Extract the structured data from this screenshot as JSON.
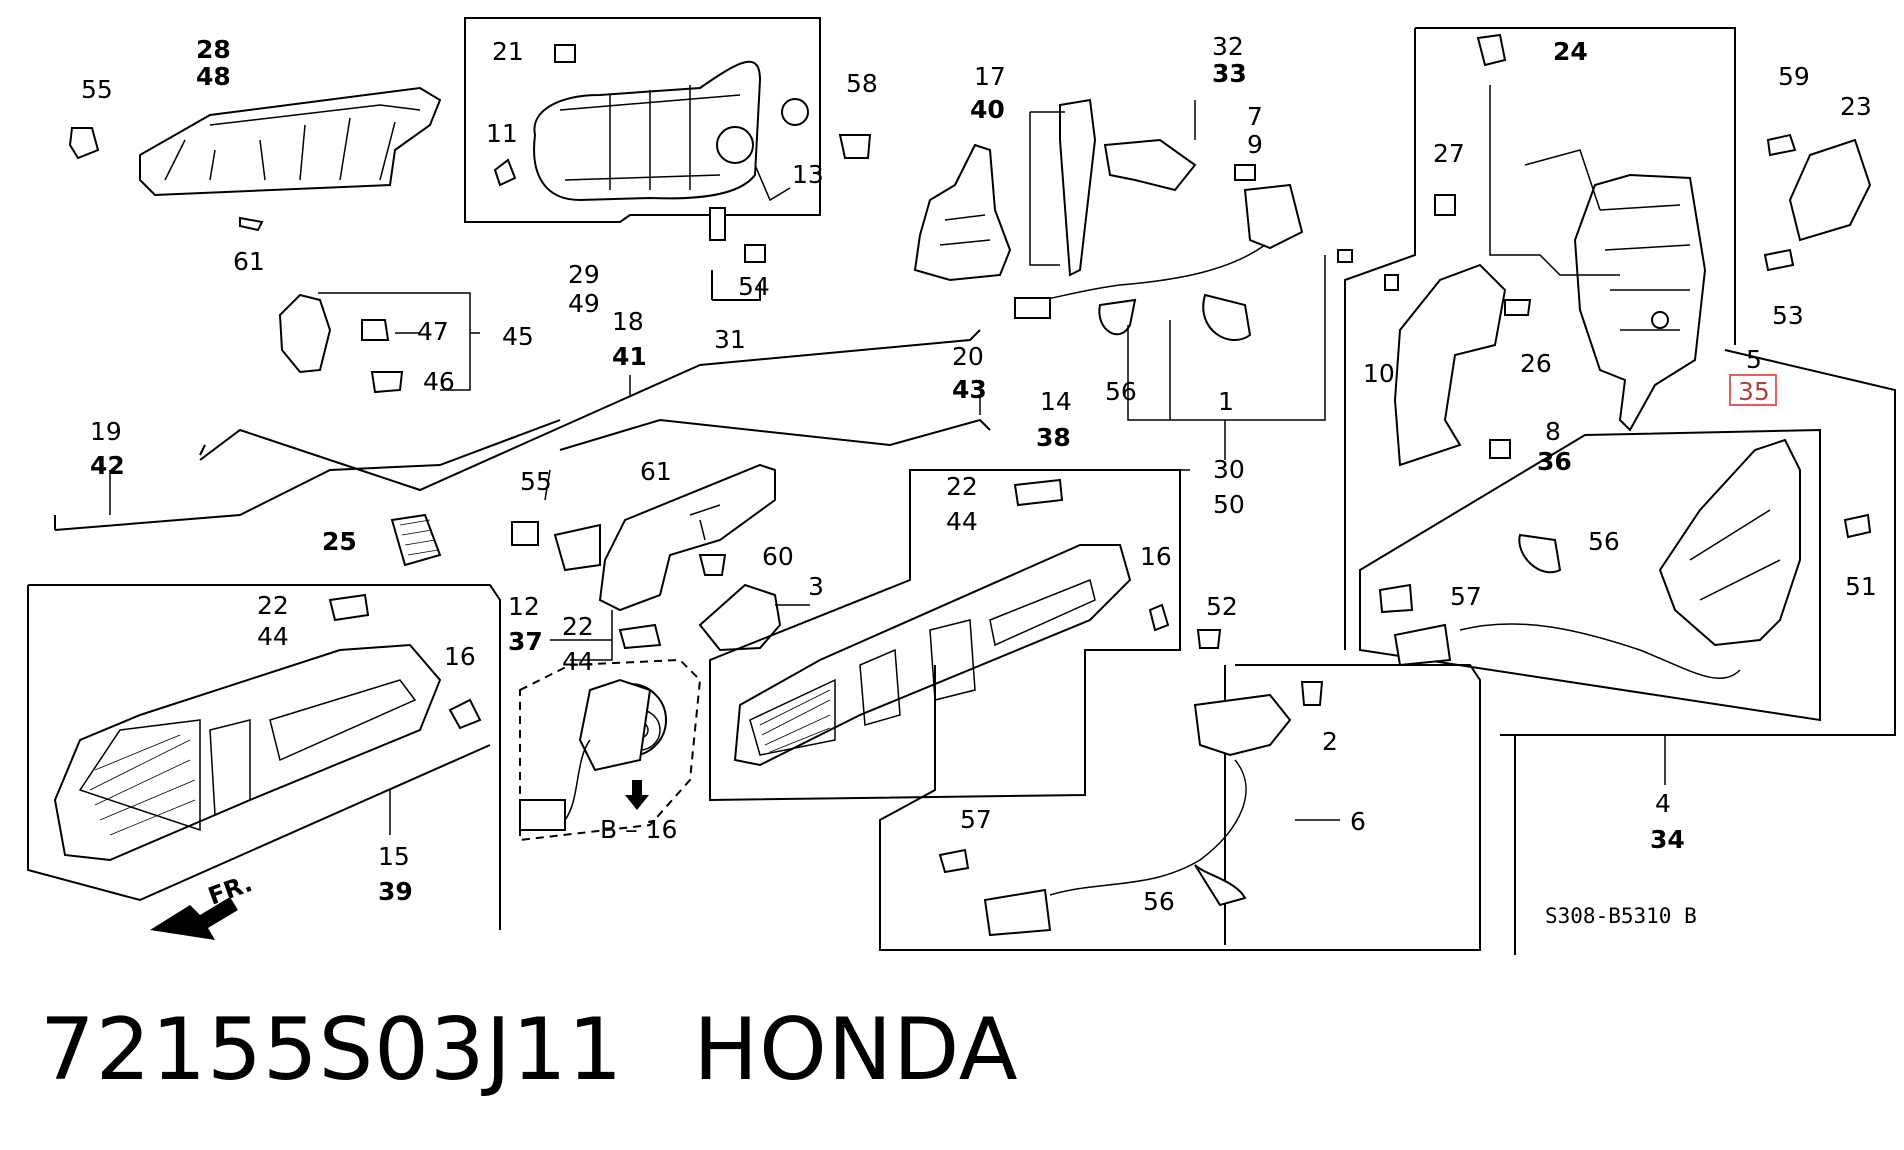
{
  "callouts": {
    "c55a": "55",
    "c28": "28",
    "c48": "48",
    "c61a": "61",
    "c21": "21",
    "c11": "11",
    "c13": "13",
    "c29": "29",
    "c49": "49",
    "c58": "58",
    "c54": "54",
    "c31": "31",
    "c17": "17",
    "c40": "40",
    "c32": "32",
    "c33": "33",
    "c7": "7",
    "c9": "9",
    "c56a": "56",
    "c1": "1",
    "c30": "30",
    "c50": "50",
    "c47": "47",
    "c45": "45",
    "c46": "46",
    "c18": "18",
    "c41": "41",
    "c20": "20",
    "c43": "43",
    "c19": "19",
    "c42": "42",
    "c25": "25",
    "c55b": "55",
    "c61b": "61",
    "c60": "60",
    "c3": "3",
    "c12": "12",
    "c37": "37",
    "c22a": "22",
    "c44a": "44",
    "c22b": "22",
    "c44b": "44",
    "c22c": "22",
    "c44c": "44",
    "c16a": "16",
    "c15": "15",
    "c39": "39",
    "c16b": "16",
    "c14": "14",
    "c38": "38",
    "c16c": "16",
    "b16": "B – 16",
    "c52": "52",
    "c2": "2",
    "c6": "6",
    "c57a": "57",
    "c56b": "56",
    "c24": "24",
    "c27": "27",
    "c10": "10",
    "c26": "26",
    "c8": "8",
    "c36": "36",
    "c59": "59",
    "c23": "23",
    "c53": "53",
    "c5": "5",
    "c35": "35",
    "c56c": "56",
    "c57b": "57",
    "c51": "51",
    "c4": "4",
    "c34": "34"
  },
  "diagram_code": "S308-B5310 B",
  "front_label": "FR.",
  "part_number": "72155S03J11",
  "brand": "HONDA",
  "highlight_color": "#e06060"
}
